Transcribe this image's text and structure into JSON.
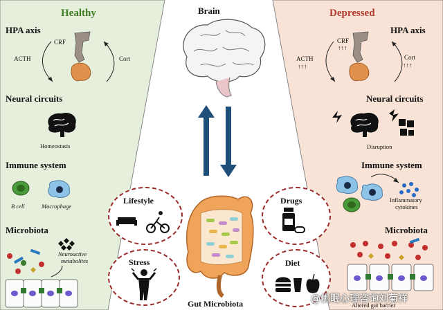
{
  "left_panel": {
    "title": "Healthy",
    "hpa": {
      "label": "HPA axis",
      "crf": "CRF",
      "acth": "ACTH",
      "cort": "Cort"
    },
    "neural": {
      "label": "Neural circuits",
      "caption": "Homeostasis"
    },
    "immune": {
      "label": "Immune system",
      "bcell": "B cell",
      "macrophage": "Macrophage"
    },
    "microbiota": {
      "label": "Microbiota",
      "metabolites_line1": "Neuroactive",
      "metabolites_line2": "metabolites"
    }
  },
  "right_panel": {
    "title": "Depressed",
    "hpa": {
      "label": "HPA axis",
      "crf": "CRF",
      "crf_arrows": "↑↑↑",
      "acth": "ACTH",
      "acth_arrows": "↑↑↑",
      "cort": "Cort",
      "cort_arrows": "↑↑↑"
    },
    "neural": {
      "label": "Neural circuits",
      "caption": "Disruption"
    },
    "immune": {
      "label": "Immune system",
      "cytokines_line1": "Inflammatory",
      "cytokines_line2": "cytokines"
    },
    "microbiota": {
      "label": "Microbiota",
      "barrier": "Altered gut barrier"
    }
  },
  "center": {
    "brain_label": "Brain",
    "gut_label": "Gut Microbiota",
    "factors": {
      "lifestyle": "Lifestyle",
      "drugs": "Drugs",
      "stress": "Stress",
      "diet": "Diet"
    }
  },
  "watermark": "@优眠心理咨询刘菊祥",
  "colors": {
    "healthy_title": "#3f7d22",
    "depressed_title": "#b23a2c",
    "left_bg": "#e6efdc",
    "right_bg": "#f8e3d6",
    "arrow": "#1f4e79",
    "circle_border": "#9b2b2b"
  }
}
